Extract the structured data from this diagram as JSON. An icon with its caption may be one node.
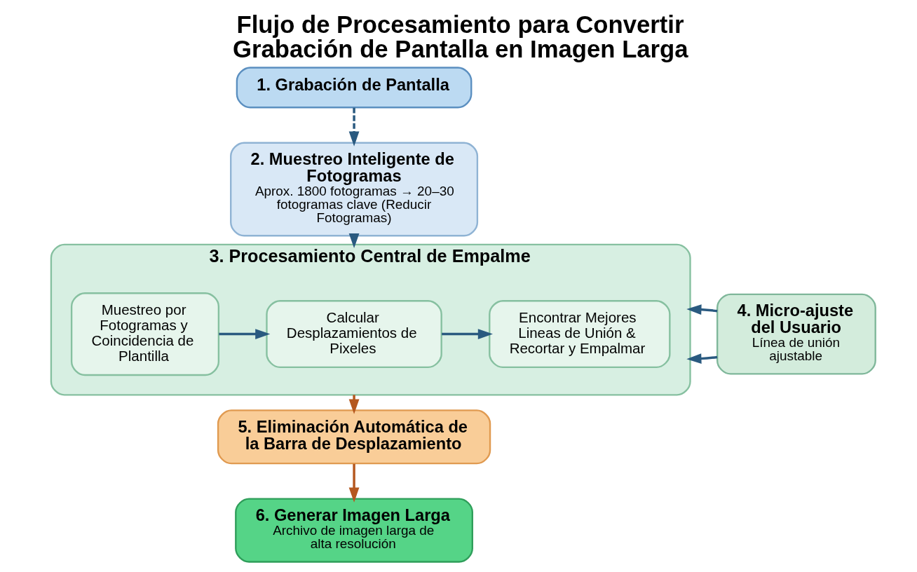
{
  "diagram": {
    "title": "Flujo de Procesamiento para Convertir Grabación de Pantalla en Imagen Larga",
    "nodes": [
      {
        "text": [
          "1. Grabación de Pantalla"
        ]
      },
      {
        "text": [
          "2. Muestreo Inteligente de Fotogramas",
          "Aprox. 1800 fotogramas → 20–30 fotogramas clave (Reducir Fotogramas)"
        ]
      },
      {
        "text": [
          "3. Procesamiento Central de Empalme"
        ]
      },
      {
        "text": [
          "Muestreo por Fotogramas y Coincidencia de Plantilla"
        ],
        "in": 2
      },
      {
        "text": [
          "Calcular Desplazamientos de Pixeles"
        ],
        "in": 2
      },
      {
        "text": [
          "Encontrar Mejores Lineas de Unión & Recortar y Empalmar"
        ],
        "in": 2
      },
      {
        "text": [
          "4. Micro-ajuste del Usuario",
          "Línea de unión ajustable"
        ]
      },
      {
        "text": [
          "5. Eliminación Automática de la Barra de Desplazamiento"
        ]
      },
      {
        "text": [
          "6. Generar Imagen Larga",
          "Archivo de imagen larga de alta resolución"
        ]
      }
    ],
    "edges": [
      {
        "from": 0,
        "to": 1,
        "arrow": "to",
        "style": "dashed"
      },
      {
        "from": 1,
        "to": 2,
        "arrow": "to"
      },
      {
        "from": 3,
        "to": 4,
        "arrow": "to"
      },
      {
        "from": 4,
        "to": 5,
        "arrow": "to"
      },
      {
        "from": 6,
        "to": 2,
        "arrow": "to"
      },
      {
        "from": 6,
        "to": 2,
        "arrow": "to"
      },
      {
        "from": 2,
        "to": 7,
        "arrow": "to",
        "color": "#b5581f"
      },
      {
        "from": 7,
        "to": 8,
        "arrow": "to",
        "color": "#b5581f"
      }
    ]
  }
}
